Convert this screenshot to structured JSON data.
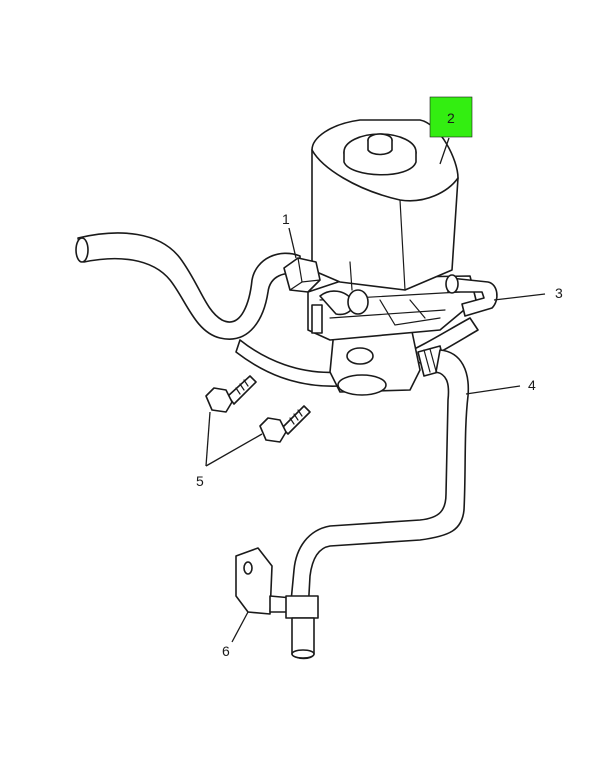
{
  "callouts": [
    {
      "id": "1",
      "label": "1"
    },
    {
      "id": "2",
      "label": "2",
      "highlighted": true
    },
    {
      "id": "3",
      "label": "3"
    },
    {
      "id": "4",
      "label": "4"
    },
    {
      "id": "5",
      "label": "5"
    },
    {
      "id": "6",
      "label": "6"
    }
  ],
  "colors": {
    "highlight": "#33ee11",
    "line": "#1a1a1a",
    "background": "#ffffff"
  },
  "footer": {
    "left": "",
    "right": ""
  }
}
